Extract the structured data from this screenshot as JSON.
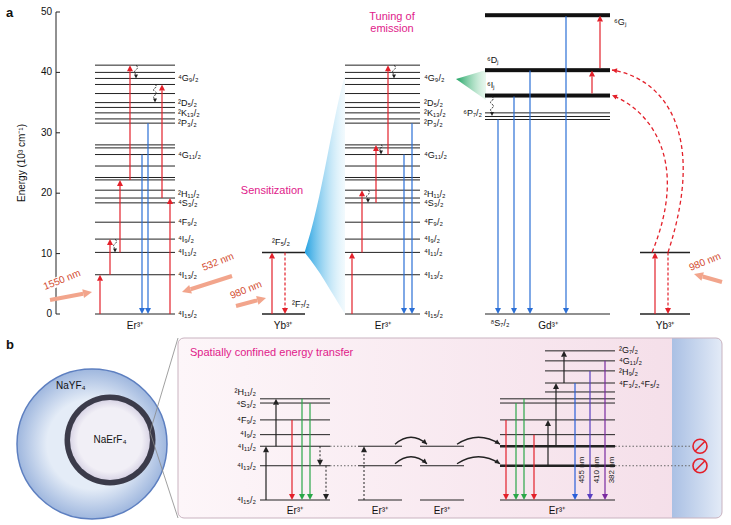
{
  "diagram": {
    "nodes": [
      {
        "text": [
          "NaYF₄"
        ]
      },
      {
        "text": [
          "NaErF₄"
        ],
        "in": 0
      }
    ],
    "labels": [
      "a",
      "Energy (10³ cm⁻¹)",
      "0",
      "10",
      "20",
      "30",
      "40",
      "50",
      "⁴G₉/₂",
      "²D₅/₂",
      "²K₁₃/₂",
      "²P₃/₂",
      "⁴G₁₁/₂",
      "²H₁₁/₂",
      "⁴S₃/₂",
      "⁴F₉/₂",
      "⁴I₉/₂",
      "⁴I₁₁/₂",
      "⁴I₁₃/₂",
      "⁴I₁₅/₂",
      "1550 nm",
      "532 nm",
      "²F₅/₂",
      "²F₇/₂",
      "980 nm",
      "Sensitization",
      "Er³⁺",
      "Yb³⁺",
      "⁴G₉/₂",
      "²D₅/₂",
      "²K₁₃/₂",
      "²P₃/₂",
      "⁴G₁₁/₂",
      "²H₁₁/₂",
      "⁴S₃/₂",
      "⁴F₉/₂",
      "⁴I₉/₂",
      "⁴I₁₁/₂",
      "⁴I₁₃/₂",
      "⁴I₁₅/₂",
      "Er³⁺",
      "Tuning of emission",
      "⁶Gⱼ",
      "⁶Dⱼ",
      "⁶Iⱼ",
      "⁶P₇/₂",
      "⁸S₇/₂",
      "Gd³⁺",
      "Yb³⁺",
      "980 nm",
      "b",
      "Spatially confined energy transfer",
      "²H₁₁/₂",
      "⁴S₃/₂",
      "⁴F₉/₂",
      "⁴I₉/₂",
      "⁴I₁₁/₂",
      "⁴I₁₃/₂",
      "⁴I₁₅/₂",
      "²G₇/₂",
      "⁴G₁₁/₂",
      "²H₉/₂",
      "⁴F₃/₂,⁴F₅/₂",
      "455 nm",
      "410 nm",
      "382 nm",
      "Er³⁺",
      "Er³⁺",
      "Er³⁺",
      "Er³⁺"
    ]
  }
}
